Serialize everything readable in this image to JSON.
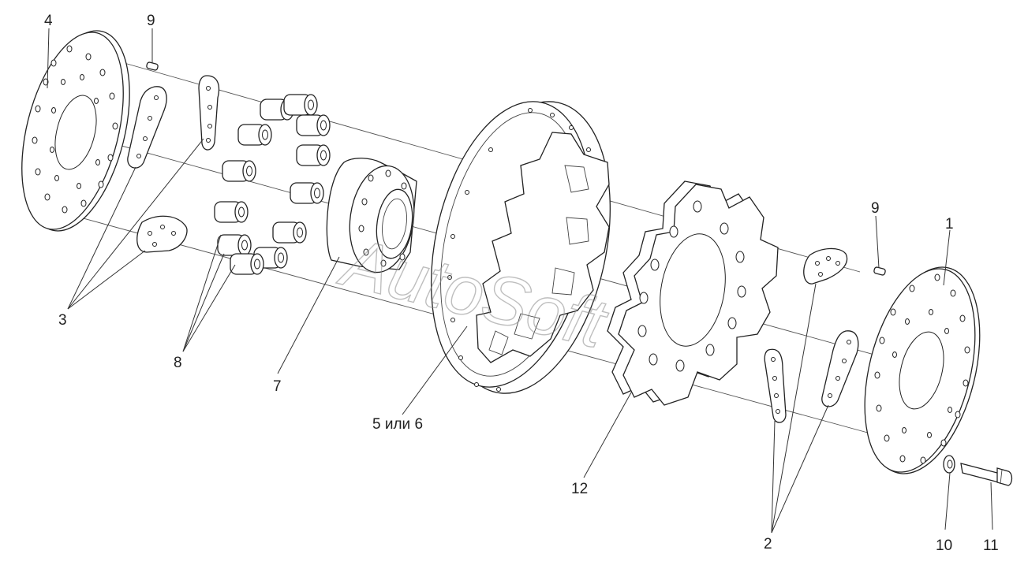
{
  "labels": {
    "l1": "1",
    "l2": "2",
    "l3": "3",
    "l4": "4",
    "l5": "5 или 6",
    "l7": "7",
    "l8": "8",
    "l9a": "9",
    "l9b": "9",
    "l10": "10",
    "l11": "11",
    "l12": "12"
  },
  "watermark": "AutoSoft"
}
